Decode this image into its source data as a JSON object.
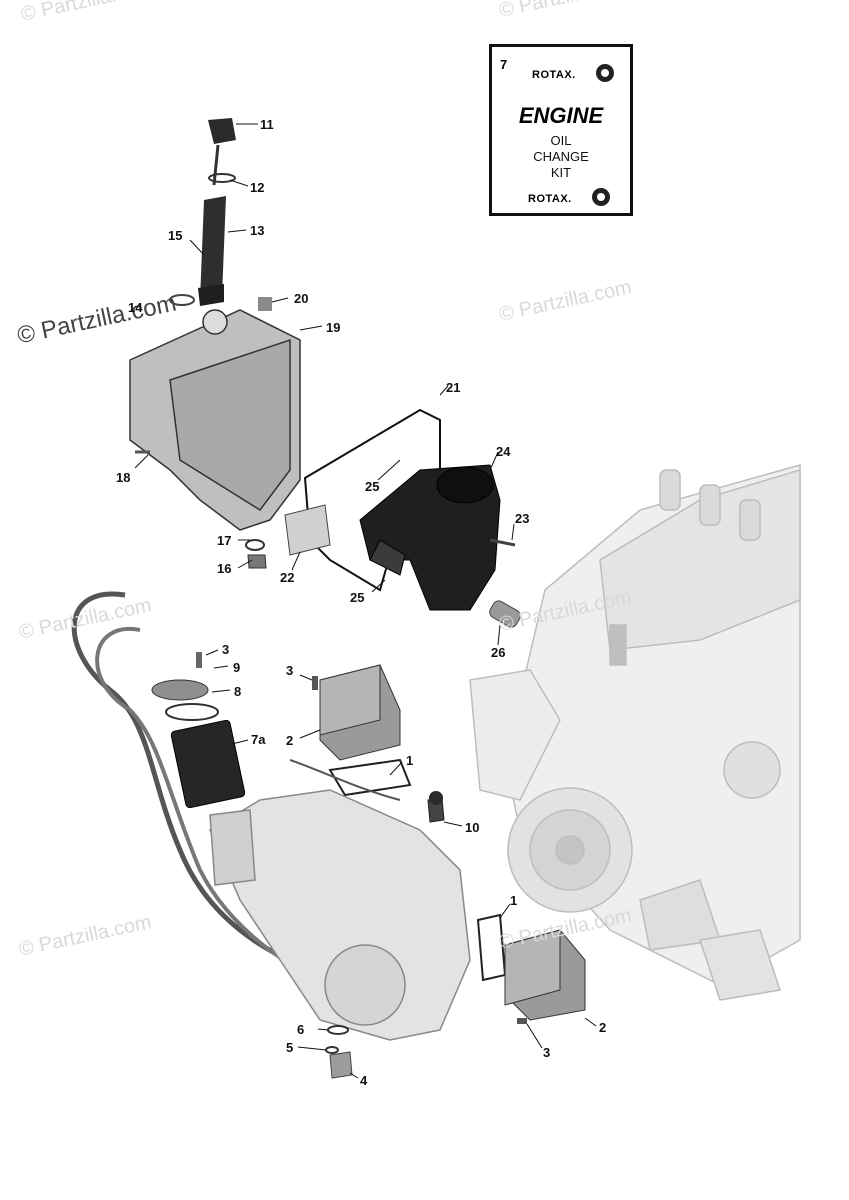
{
  "watermarks": [
    {
      "text": "© Partzilla.com",
      "style": "dark"
    },
    {
      "text": "© Partzilla.com",
      "style": "light"
    },
    {
      "text": "© Partzilla.com",
      "style": "light"
    },
    {
      "text": "© Partzilla.com",
      "style": "light"
    },
    {
      "text": "© Partzilla.com",
      "style": "light"
    },
    {
      "text": "© Partzilla.com",
      "style": "light"
    },
    {
      "text": "© Partzilla.com",
      "style": "light"
    },
    {
      "text": "© Partzilla.com",
      "style": "light"
    }
  ],
  "kit": {
    "number": "7",
    "brand_top": "ROTAX.",
    "title": "ENGINE",
    "line1": "OIL",
    "line2": "CHANGE",
    "line3": "KIT",
    "brand_bottom": "ROTAX."
  },
  "callouts": [
    "11",
    "12",
    "13",
    "15",
    "14",
    "20",
    "19",
    "21",
    "18",
    "24",
    "25",
    "23",
    "17",
    "16",
    "22",
    "25",
    "26",
    "3",
    "9",
    "8",
    "7a",
    "3",
    "2",
    "1",
    "10",
    "1",
    "2",
    "3",
    "6",
    "5",
    "4"
  ],
  "colors": {
    "part_dark": "#1e1e1e",
    "part_mid": "#8a8a8a",
    "part_light": "#d6d6d6",
    "engine_ghost": "#e6e6e6",
    "line": "#111111"
  }
}
